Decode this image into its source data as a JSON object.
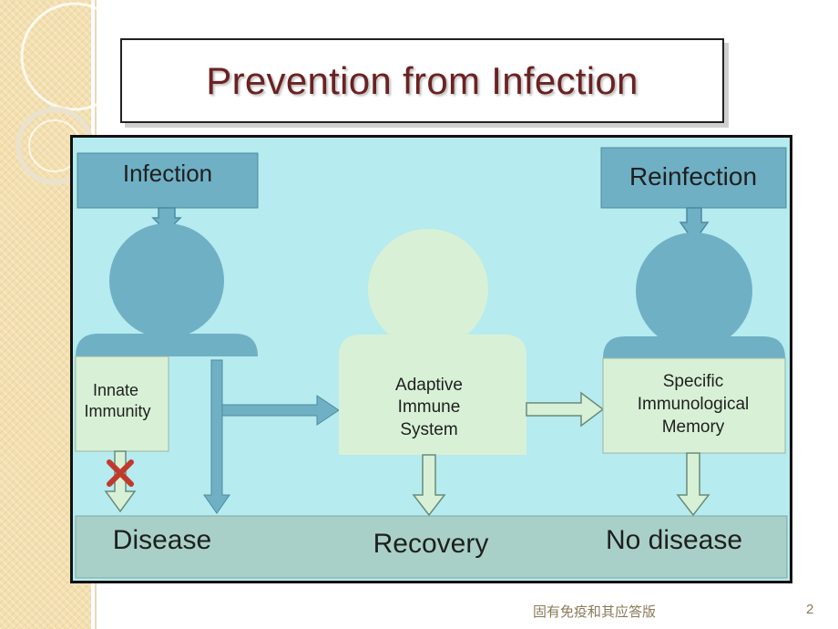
{
  "title": "Prevention from Infection",
  "diagram": {
    "infection": "Infection",
    "reinfection": "Reinfection",
    "innate_line1": "Innate",
    "innate_line2": "Immunity",
    "adaptive_line1": "Adaptive",
    "adaptive_line2": "Immune",
    "adaptive_line3": "System",
    "memory_line1": "Specific",
    "memory_line2": "Immunological",
    "memory_line3": "Memory",
    "outcome_disease": "Disease",
    "outcome_recovery": "Recovery",
    "outcome_no_disease": "No disease"
  },
  "footer": {
    "text": "固有免疫和其应答版",
    "page": "2"
  },
  "colors": {
    "diagram_bg": "#b6ebef",
    "box_blue": "#6fb0c4",
    "box_green": "#d8f1d6",
    "outcome_bar": "#a8d0c8",
    "block_x": "#c0392b",
    "title_color": "#6b2222"
  }
}
